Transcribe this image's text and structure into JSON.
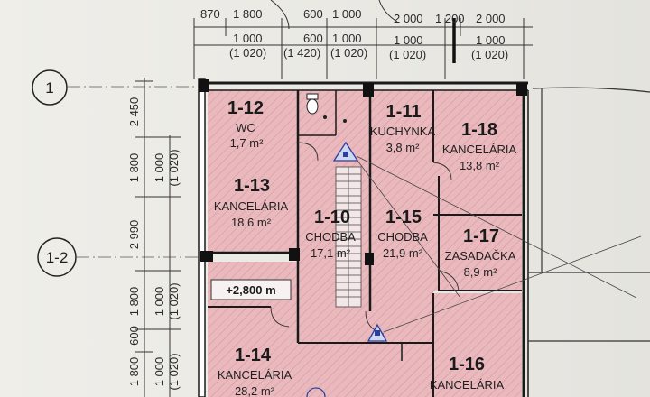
{
  "axes": [
    {
      "id": "axis-1",
      "label": "1"
    },
    {
      "id": "axis-1-2",
      "label": "1-2"
    }
  ],
  "top_dimensions": {
    "row1": [
      "870",
      "1 800",
      "600",
      "1 000",
      "2 000",
      "1 200",
      "2 000"
    ],
    "row2": [
      "1 000",
      "600",
      "1 000",
      "1 000",
      "1 000"
    ],
    "row3": [
      "(1 020)",
      "(1 420)",
      "(1 020)",
      "(1 020)",
      "(1 020)"
    ]
  },
  "left_dimensions": {
    "outer": [
      "2 450",
      "1 800",
      "2 990",
      "1 800",
      "600",
      "1 800"
    ],
    "inner": [
      "1 000",
      "(1 020)",
      "1 000",
      "(1 020)",
      "1 000",
      "(1 020)"
    ]
  },
  "rooms": [
    {
      "number": "1-12",
      "name": "WC",
      "area": "1,7 m²"
    },
    {
      "number": "1-13",
      "name": "KANCELÁRIA",
      "area": "18,6 m²"
    },
    {
      "number": "1-10",
      "name": "CHODBA",
      "area": "17,1 m²"
    },
    {
      "number": "1-11",
      "name": "KUCHYNKA",
      "area": "3,8 m²"
    },
    {
      "number": "1-18",
      "name": "KANCELÁRIA",
      "area": "13,8 m²"
    },
    {
      "number": "1-15",
      "name": "CHODBA",
      "area": "21,9 m²"
    },
    {
      "number": "1-17",
      "name": "ZASADAČKA",
      "area": "8,9 m²"
    },
    {
      "number": "1-14",
      "name": "KANCELÁRIA",
      "area": "28,2 m²"
    },
    {
      "number": "1-16",
      "name": "KANCELÁRIA",
      "area": ""
    }
  ],
  "level_mark": "+2,800 m",
  "colors": {
    "room_fill": "#eab9bd",
    "hatch": "#c9878d",
    "wall": "#1a1a1a",
    "paper": "#ecebe7"
  }
}
